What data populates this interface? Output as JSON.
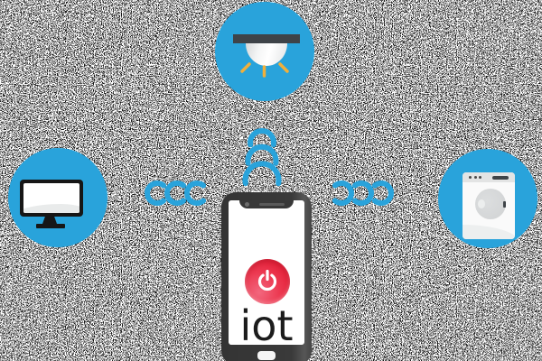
{
  "illustration": {
    "phone": {
      "screen_label": "iot"
    },
    "colors": {
      "device_blue": "#29a3db",
      "signal_blue": "#29a3db",
      "ray_amber": "#f0b03c",
      "power_red_dark": "#e01b34",
      "power_red_light": "#f2677e",
      "power_symbol": "#ffffff",
      "phone_body_gray": "#3a3a3a",
      "icon_dark": "#3e4348"
    },
    "devices": [
      {
        "name": "ceiling-lamp",
        "position": "top"
      },
      {
        "name": "computer-monitor",
        "position": "left"
      },
      {
        "name": "washing-machine",
        "position": "right"
      }
    ],
    "signals": [
      {
        "name": "wifi-up",
        "arcs": 3
      },
      {
        "name": "wifi-left",
        "arcs": 3
      },
      {
        "name": "wifi-right",
        "arcs": 3
      }
    ]
  }
}
